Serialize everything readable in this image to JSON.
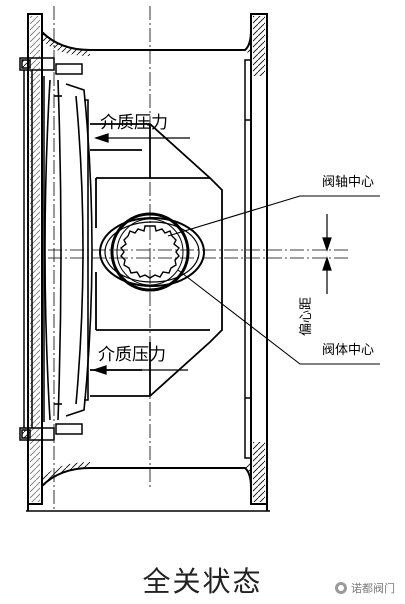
{
  "labels": {
    "medium_pressure_top": "介质压力",
    "medium_pressure_bottom": "介质压力",
    "shaft_center": "阀轴中心",
    "body_center": "阀体中心",
    "offset_dimension": "偏心距"
  },
  "caption": "全关状态",
  "watermark": {
    "icon": "wechat-icon",
    "text": "诺都阀门"
  }
}
